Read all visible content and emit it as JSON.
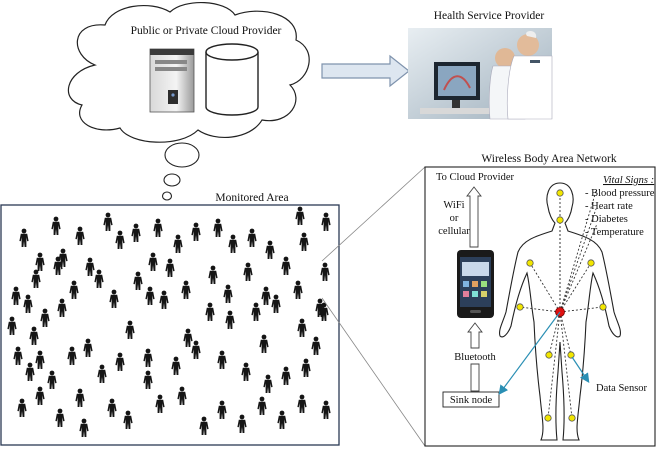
{
  "cloud": {
    "label": "Public or Private Cloud Provider"
  },
  "health_provider": {
    "label": "Health Service Provider"
  },
  "monitored_area": {
    "label": "Monitored Area"
  },
  "wban": {
    "title": "Wireless Body Area Network",
    "to_cloud": "To Cloud Provider",
    "wifi": "WiFi",
    "or": "or",
    "cellular": "cellular",
    "bluetooth": "Bluetooth",
    "sink_node": "Sink node",
    "data_sensor": "Data Sensor",
    "vital_signs": {
      "heading": "Vital Signs :",
      "items": [
        "- Blood pressure",
        "- Heart rate",
        "- Diabetes",
        "- Temperature"
      ]
    }
  },
  "colors": {
    "sensor": "#f2e600",
    "sink": "#e01010",
    "pointer": "#2a8fb4",
    "arrow_fill": "#dde6f0",
    "arrow_stroke": "#7f93ad"
  },
  "icons": {
    "server": "server-tower-icon",
    "database": "database-cylinder-icon",
    "person": "person-silhouette-icon",
    "phone": "smartphone-icon",
    "doctors": "doctors-at-monitor-photo"
  }
}
